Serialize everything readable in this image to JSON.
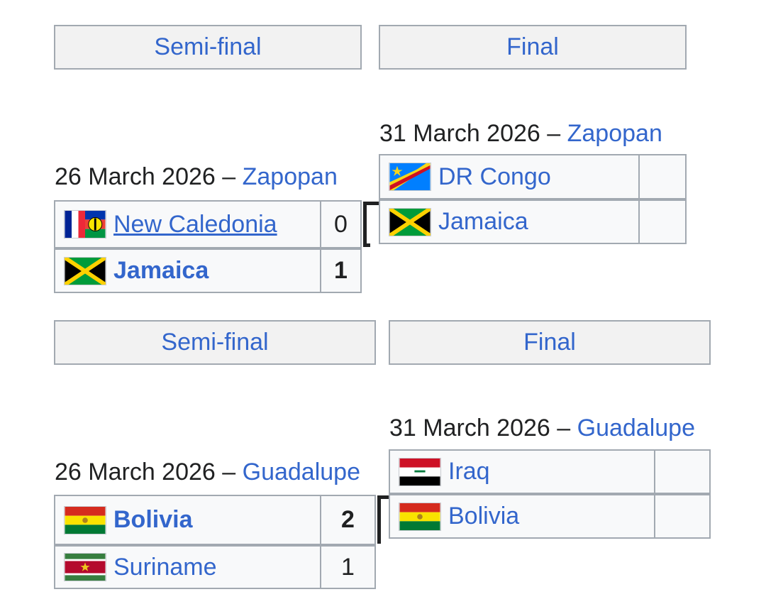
{
  "bracket_a": {
    "headers": {
      "semi": "Semi-final",
      "final": "Final"
    },
    "semi": {
      "date": "26 March 2026",
      "sep": " – ",
      "venue": "Zapopan",
      "teams": [
        {
          "name": "New Caledonia",
          "score": "0",
          "flag": "new-caledonia-flag-icon"
        },
        {
          "name": "Jamaica",
          "score": "1",
          "flag": "jamaica-flag-icon"
        }
      ]
    },
    "final": {
      "date": "31 March 2026",
      "sep": " – ",
      "venue": "Zapopan",
      "teams": [
        {
          "name": "DR Congo",
          "score": "",
          "flag": "dr-congo-flag-icon"
        },
        {
          "name": "Jamaica",
          "score": "",
          "flag": "jamaica-flag-icon"
        }
      ]
    }
  },
  "bracket_b": {
    "headers": {
      "semi": "Semi-final",
      "final": "Final"
    },
    "semi": {
      "date": "26 March 2026",
      "sep": " – ",
      "venue": "Guadalupe",
      "teams": [
        {
          "name": "Bolivia",
          "score": "2",
          "flag": "bolivia-flag-icon"
        },
        {
          "name": "Suriname",
          "score": "1",
          "flag": "suriname-flag-icon"
        }
      ]
    },
    "final": {
      "date": "31 March 2026",
      "sep": " – ",
      "venue": "Guadalupe",
      "teams": [
        {
          "name": "Iraq",
          "score": "",
          "flag": "iraq-flag-icon"
        },
        {
          "name": "Bolivia",
          "score": "",
          "flag": "bolivia-flag-icon"
        }
      ]
    }
  },
  "colors": {
    "link": "#3366cc",
    "header_bg": "#f2f2f2",
    "cell_bg": "#f8f9fa",
    "border": "#a2a9b1"
  }
}
